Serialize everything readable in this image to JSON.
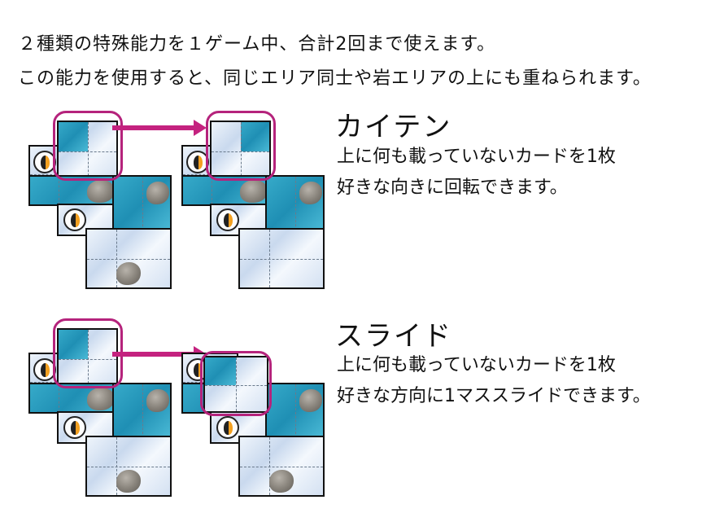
{
  "intro": {
    "line1": "２種類の特殊能力を１ゲーム中、合計2回まで使えます。",
    "line2": "この能力を使用すると、同じエリア同士や岩エリアの上にも重ねられます。"
  },
  "abilities": [
    {
      "title": "カイテン",
      "desc_line1": "上に何も載っていないカードを1枚",
      "desc_line2": "好きな向きに回転できます。"
    },
    {
      "title": "スライド",
      "desc_line1": "上に何も載っていないカードを1枚",
      "desc_line2": "好きな方向に1マススライドできます。"
    }
  ],
  "colors": {
    "highlight": "#b5237c",
    "arrow": "#c4227f",
    "water": "#1f8fb4"
  },
  "icons": {
    "penguin": "penguin-token-icon",
    "rock": "rock-icon",
    "arrow": "arrow-right-icon"
  }
}
